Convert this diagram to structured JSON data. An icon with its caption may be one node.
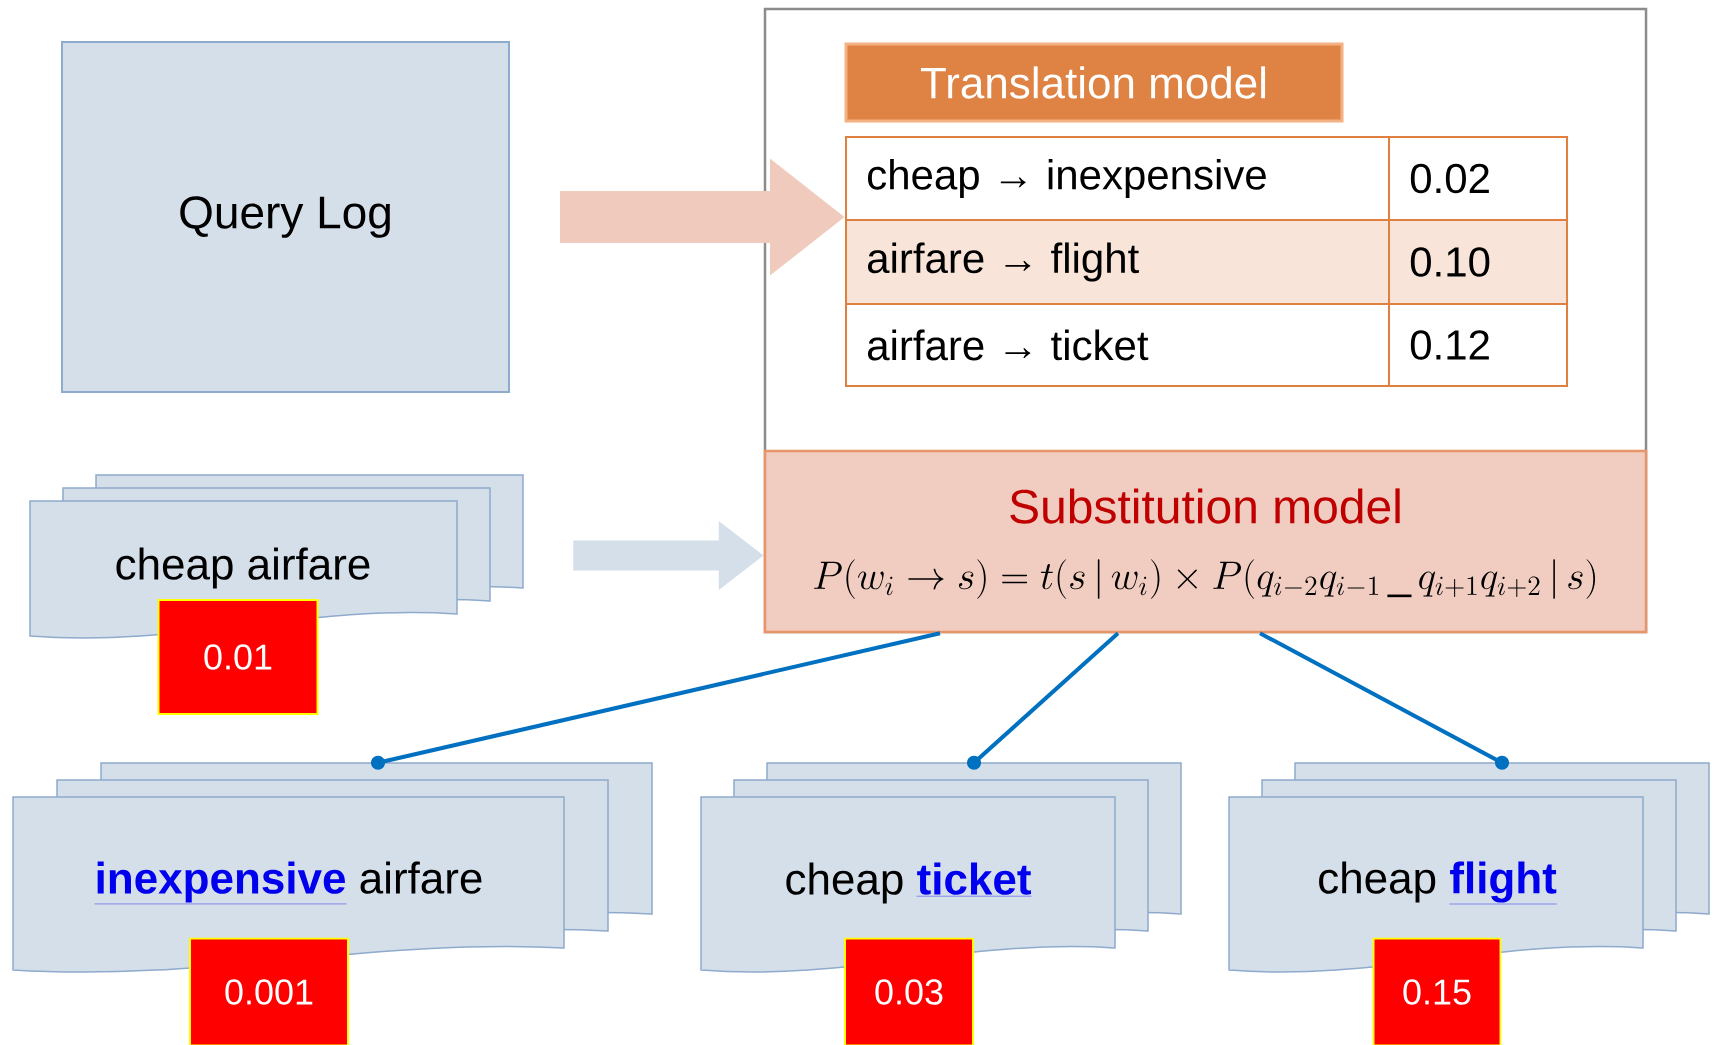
{
  "diagram": {
    "nodes": [
      {
        "text": [
          "Query Log"
        ]
      },
      {
        "text": [],
        "shape": "box"
      },
      {
        "text": [
          "Translation model"
        ],
        "in": 1
      },
      {
        "text": [
          "cheap → inexpensive",
          "0.02",
          "airfare → flight",
          "0.10",
          "airfare → ticket",
          "0.12"
        ],
        "in": 1
      },
      {
        "text": [
          "Substitution model",
          "P(w_i \\rightarrow s)=t(s\\,|\\,w_i)\\times P(q_{i-2}q_{i-1}\\,\\_\\,q_{i+1}q_{i+2}\\,|\\,s)"
        ],
        "in": 1
      },
      {
        "text": [
          "cheap airfare"
        ]
      },
      {
        "text": [
          "**inexpensive** airfare"
        ]
      },
      {
        "text": [
          "cheap **ticket**"
        ]
      },
      {
        "text": [
          "cheap **flight**"
        ]
      },
      {
        "text": [
          "0.01"
        ]
      },
      {
        "text": [
          "0.001"
        ]
      },
      {
        "text": [
          "0.03"
        ]
      },
      {
        "text": [
          "0.15"
        ]
      }
    ],
    "edges": [
      {
        "from": 0,
        "to": 3,
        "arrow": "to",
        "style": "thick",
        "color": "#f0cbbd"
      },
      {
        "from": 5,
        "to": 4,
        "arrow": "to",
        "style": "thick",
        "color": "#d5dfea"
      },
      {
        "from": 4,
        "to": 6,
        "arrow": "other",
        "color": "#0070c0"
      },
      {
        "from": 4,
        "to": 7,
        "arrow": "other",
        "color": "#0070c0"
      },
      {
        "from": 4,
        "to": 8,
        "arrow": "other",
        "color": "#0070c0"
      }
    ]
  }
}
